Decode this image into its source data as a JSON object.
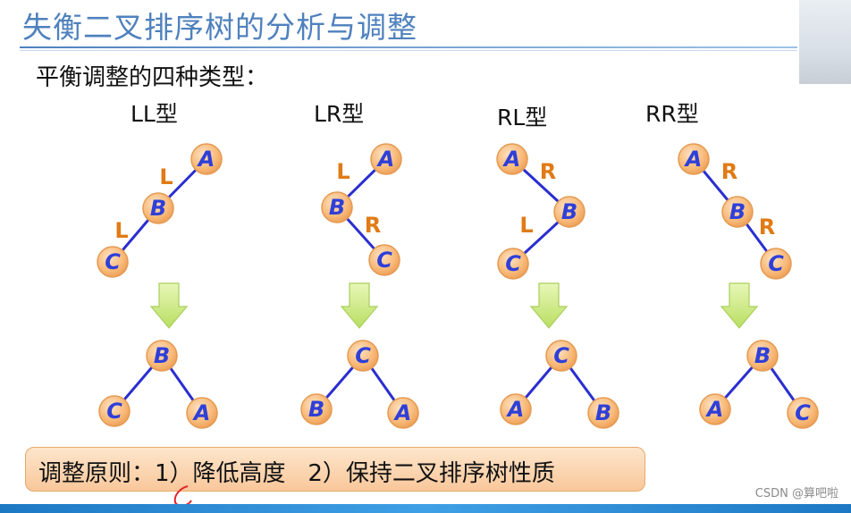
{
  "title": "失衡二叉排序树的分析与调整",
  "subtitle": "平衡调整的四种类型：",
  "types": [
    {
      "label": "LL型",
      "before": {
        "top": "A",
        "mid": "B",
        "bottom": "C",
        "edge1": "L",
        "edge2": "L"
      },
      "after": {
        "root": "B",
        "left": "C",
        "right": "A"
      }
    },
    {
      "label": "LR型",
      "before": {
        "top": "A",
        "mid": "B",
        "bottom": "C",
        "edge1": "L",
        "edge2": "R"
      },
      "after": {
        "root": "C",
        "left": "B",
        "right": "A"
      }
    },
    {
      "label": "RL型",
      "before": {
        "top": "A",
        "mid": "B",
        "bottom": "C",
        "edge1": "R",
        "edge2": "L"
      },
      "after": {
        "root": "C",
        "left": "A",
        "right": "B"
      }
    },
    {
      "label": "RR型",
      "before": {
        "top": "A",
        "mid": "B",
        "bottom": "C",
        "edge1": "R",
        "edge2": "R"
      },
      "after": {
        "root": "B",
        "left": "A",
        "right": "C"
      }
    }
  ],
  "rule": "调整原则：1）降低高度   2）保持二叉排序树性质",
  "watermark": "CSDN @算吧啦",
  "colors": {
    "title": "#4f81bd",
    "node_fill": "#f8b978",
    "node_text": "#2f3fd8",
    "edge_line": "#2a2ed0",
    "edge_label": "#e07b16",
    "arrow": "#c6e77a"
  }
}
